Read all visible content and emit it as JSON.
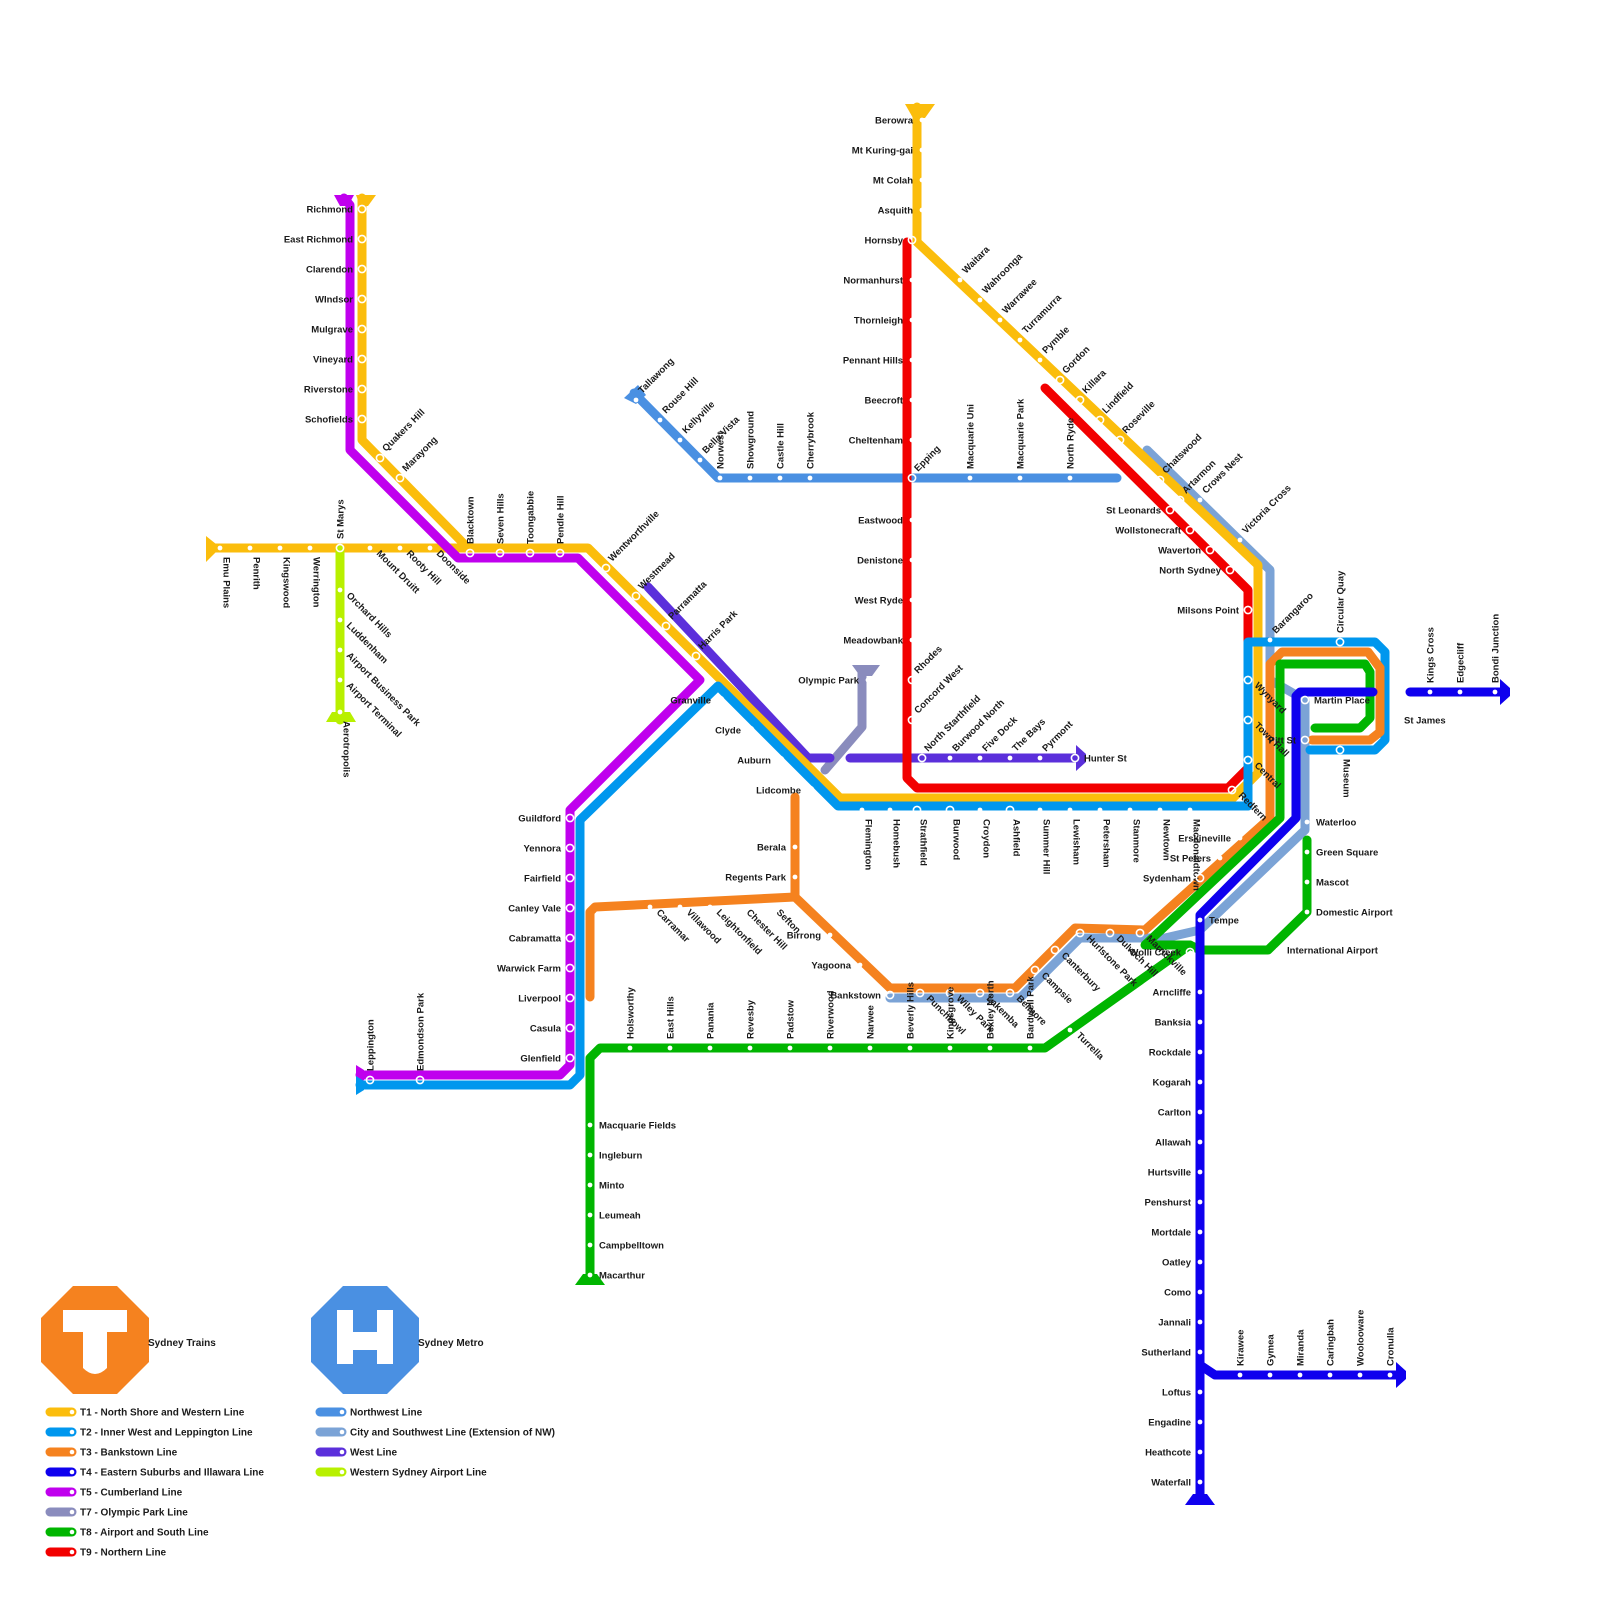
{
  "lines": [
    {
      "id": "T1",
      "name": "T1 - North Shore and Western Line",
      "color": "#FBBD0C"
    },
    {
      "id": "T2",
      "name": "T2 - Inner West and Leppington Line",
      "color": "#0097EE"
    },
    {
      "id": "T3",
      "name": "T3 - Bankstown Line",
      "color": "#F5821F"
    },
    {
      "id": "T4",
      "name": "T4 - Eastern Suburbs and Illawara Line",
      "color": "#0F00EE"
    },
    {
      "id": "T5",
      "name": "T5 - Cumberland Line",
      "color": "#C000EE"
    },
    {
      "id": "T7",
      "name": "T7 - Olympic Park Line",
      "color": "#8A8CBD"
    },
    {
      "id": "T8",
      "name": "T8 - Airport and South Line",
      "color": "#00B500"
    },
    {
      "id": "T9",
      "name": "T9 - Northern Line",
      "color": "#F20000"
    },
    {
      "id": "NW",
      "name": "Northwest Line",
      "color": "#4A90E2"
    },
    {
      "id": "CSW",
      "name": "City and Southwest Line (Extension of NW)",
      "color": "#7BA3D6"
    },
    {
      "id": "WEST",
      "name": "West Line",
      "color": "#5B2FDB"
    },
    {
      "id": "WSA",
      "name": "Western Sydney Airport Line",
      "color": "#B8F000"
    }
  ],
  "systems": {
    "trains": "Sydney Trains",
    "metro": "Sydney Metro"
  },
  "stations": [
    "Richmond",
    "East Richmond",
    "Clarendon",
    "WIndsor",
    "Mulgrave",
    "Vineyard",
    "Riverstone",
    "Schofields",
    "Quakers Hill",
    "Marayong",
    "Emu Plains",
    "Penrith",
    "Kingswood",
    "Werrington",
    "St Marys",
    "Mount Druitt",
    "Rooty Hill",
    "Doonside",
    "Blacktown",
    "Seven Hills",
    "Toongabbie",
    "Pendle Hill",
    "Wentworthville",
    "Westmead",
    "Parramatta",
    "Harris Park",
    "Granville",
    "Clyde",
    "Auburn",
    "Lidcombe",
    "Flemington",
    "Homebush",
    "Strathfield",
    "Burwood",
    "Croydon",
    "Ashfield",
    "Summer Hill",
    "Lewisham",
    "Petersham",
    "Stanmore",
    "Newtown",
    "Macdonaldtown",
    "Berowra",
    "Mt Kuring-gai",
    "Mt Colah",
    "Asquith",
    "Hornsby",
    "Normanhurst",
    "Thornleigh",
    "Pennant Hills",
    "Beecroft",
    "Cheltenham",
    "Epping",
    "Eastwood",
    "Denistone",
    "West Ryde",
    "Meadowbank",
    "Rhodes",
    "Concord West",
    "North Starthfield",
    "Waitara",
    "Wahroonga",
    "Warrawee",
    "Turramurra",
    "Pymble",
    "Gordon",
    "Killara",
    "Lindfield",
    "Roseville",
    "Chatswood",
    "Artarmon",
    "St Leonards",
    "Wollstonecraft",
    "Waverton",
    "North Sydney",
    "Milsons Point",
    "Wynyard",
    "Town Hall",
    "Central",
    "Redfern",
    "Tallawong",
    "Rouse Hill",
    "Kellyville",
    "Bella Vista",
    "Norwest",
    "Showground",
    "Castle Hill",
    "Cherrybrook",
    "Macquarie Uni",
    "Macquarie Park",
    "North Ryde",
    "Crows Nest",
    "Victoria Cross",
    "Barangaroo",
    "Martin Place",
    "Pitt St",
    "Olympic Park",
    "Burwood North",
    "Five Dock",
    "The Bays",
    "Pyrmont",
    "Hunter St",
    "Orchard Hills",
    "Luddenham",
    "Airport Business Park",
    "Airport Terminal",
    "Aerotropolis",
    "Guildford",
    "Yennora",
    "Fairfield",
    "Canley Vale",
    "Cabramatta",
    "Warwick Farm",
    "Liverpool",
    "Casula",
    "Glenfield",
    "Leppington",
    "Edmondson Park",
    "Berala",
    "Regents Park",
    "Carramar",
    "Villawood",
    "Leightonfield",
    "Chester Hill",
    "Sefton",
    "Birrong",
    "Yagoona",
    "Bankstown",
    "Punchbowl",
    "Wiley Park",
    "Lakemba",
    "Belmore",
    "Campsie",
    "Canterbury",
    "Hurlstone Park",
    "Dulwich Hill",
    "Marrickville",
    "Sydenham",
    "St Peters",
    "Erskineville",
    "Holsworthy",
    "East Hills",
    "Panania",
    "Revesby",
    "Padstow",
    "Riverwood",
    "Narwee",
    "Beverly Hills",
    "Kingsgrove",
    "Bexley North",
    "Bardwell Park",
    "Turrella",
    "Wolli Creek",
    "International Airport",
    "Domestic Airport",
    "Mascot",
    "Green Square",
    "Waterloo",
    "Museum",
    "St James",
    "Circular Quay",
    "Kings Cross",
    "Edgecliff",
    "Bondi Junction",
    "Macquarie Fields",
    "Ingleburn",
    "Minto",
    "Leumeah",
    "Campbelltown",
    "Macarthur",
    "Tempe",
    "Arncliffe",
    "Banksia",
    "Rockdale",
    "Kogarah",
    "Carlton",
    "Allawah",
    "Hurtsville",
    "Penshurst",
    "Mortdale",
    "Oatley",
    "Como",
    "Jannali",
    "Sutherland",
    "Loftus",
    "Engadine",
    "Heathcote",
    "Waterfall",
    "Kirawee",
    "Gymea",
    "Miranda",
    "Caringbah",
    "Woolooware",
    "Cronulla"
  ]
}
